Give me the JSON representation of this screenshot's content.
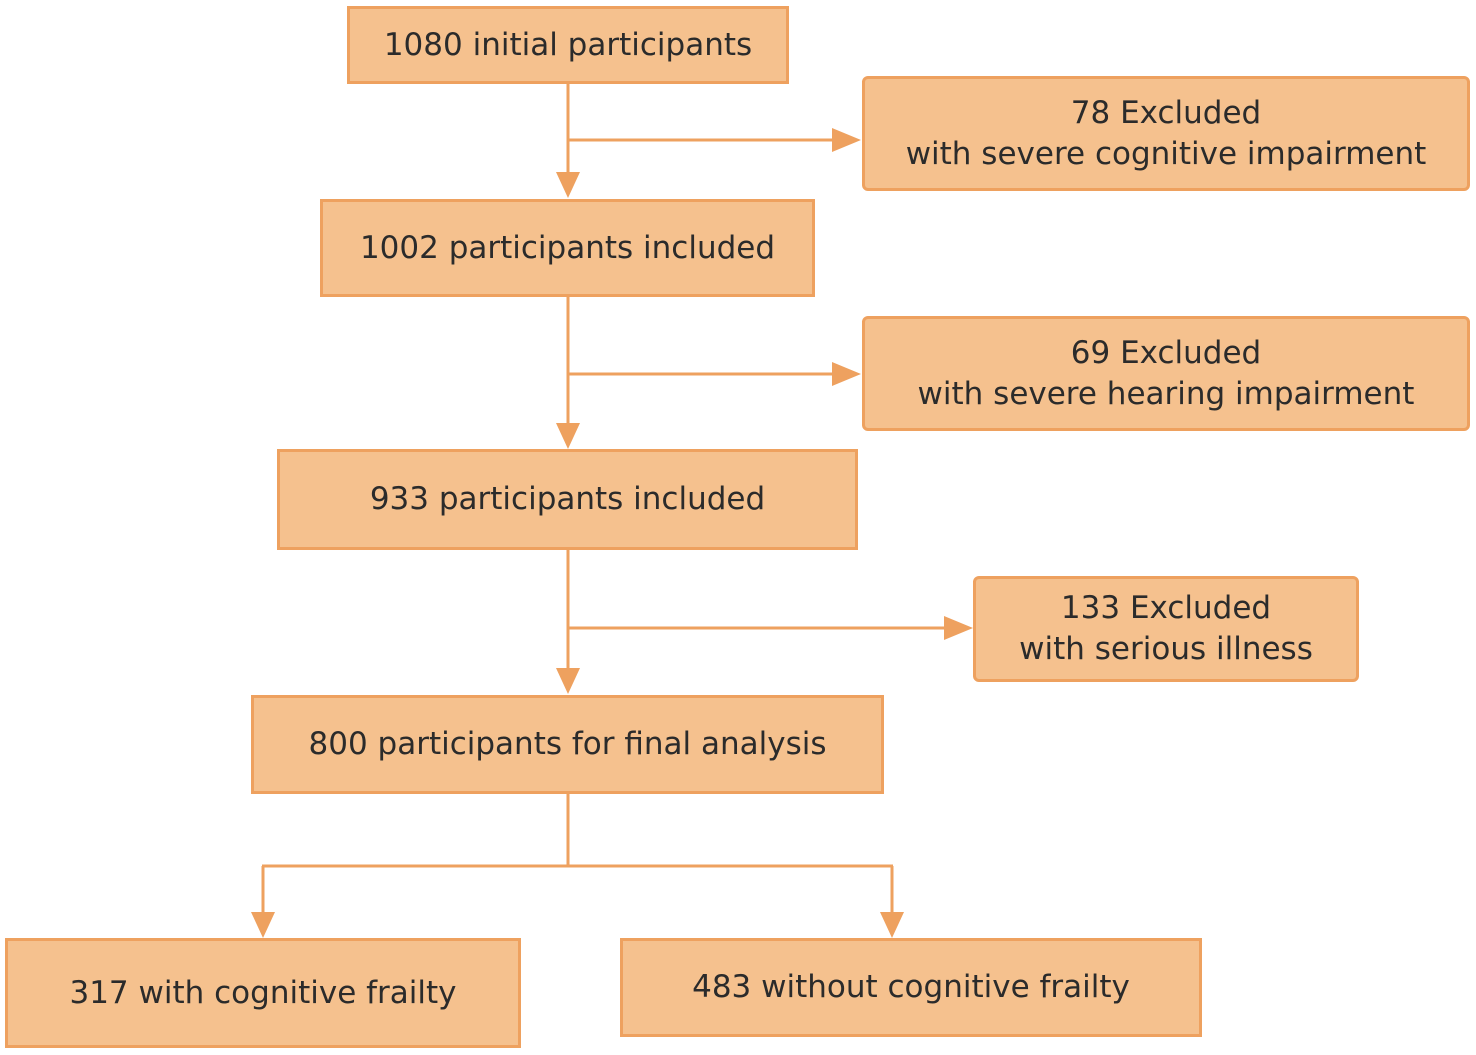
{
  "flow": {
    "initial": "1080 initial participants",
    "excluded_1": {
      "count": "78 Excluded",
      "reason": "with severe cognitive impairment"
    },
    "included_1": "1002 participants included",
    "excluded_2": {
      "count": "69 Excluded",
      "reason": "with severe hearing impairment"
    },
    "included_2": "933 participants included",
    "excluded_3": {
      "count": "133 Excluded",
      "reason": "with serious illness"
    },
    "final": "800 participants for final analysis",
    "group_cf": "317 with cognitive frailty",
    "group_no_cf": "483 without cognitive frailty"
  },
  "colors": {
    "box_fill": "#f5c18e",
    "box_border": "#eea15f",
    "arrow": "#eea15f",
    "text": "#2b2b2b"
  }
}
